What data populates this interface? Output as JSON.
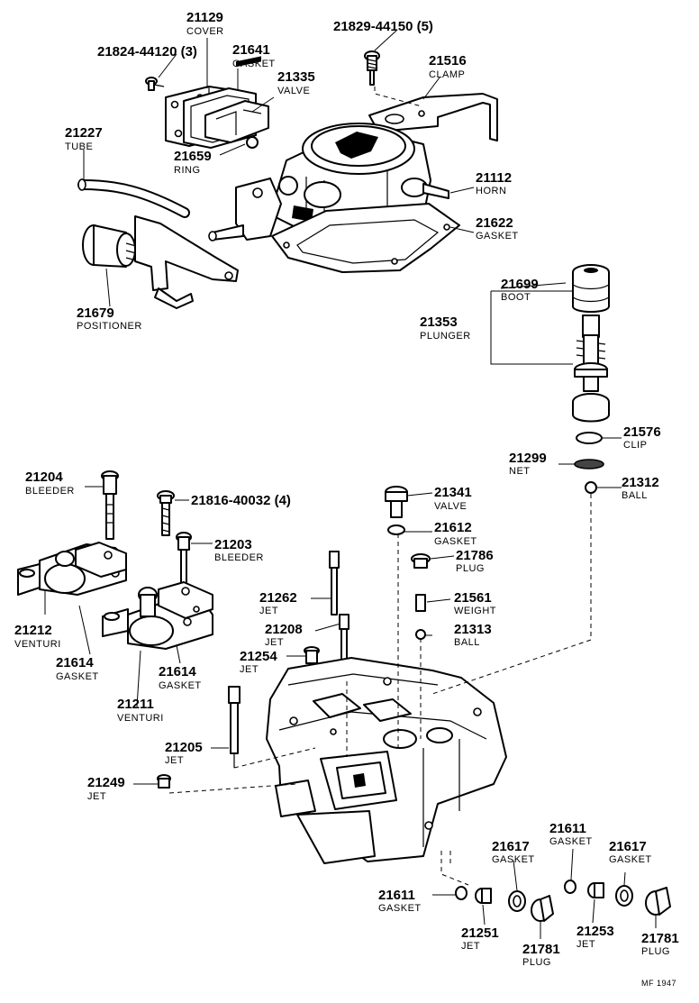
{
  "figure_code": "MF 1947",
  "parts": [
    {
      "id": "p21129",
      "number": "21129",
      "name": "COVER"
    },
    {
      "id": "p21829",
      "number": "21829-44150 (5)",
      "name": ""
    },
    {
      "id": "p21824",
      "number": "21824-44120 (3)",
      "name": ""
    },
    {
      "id": "p21641",
      "number": "21641",
      "name": "GASKET"
    },
    {
      "id": "p21516",
      "number": "21516",
      "name": "CLAMP"
    },
    {
      "id": "p21335",
      "number": "21335",
      "name": "VALVE"
    },
    {
      "id": "p21227",
      "number": "21227",
      "name": "TUBE"
    },
    {
      "id": "p21659",
      "number": "21659",
      "name": "RING"
    },
    {
      "id": "p21112",
      "number": "21112",
      "name": "HORN"
    },
    {
      "id": "p21622",
      "number": "21622",
      "name": "GASKET"
    },
    {
      "id": "p21679",
      "number": "21679",
      "name": "POSITIONER"
    },
    {
      "id": "p21699",
      "number": "21699",
      "name": "BOOT"
    },
    {
      "id": "p21353",
      "number": "21353",
      "name": "PLUNGER"
    },
    {
      "id": "p21576",
      "number": "21576",
      "name": "CLIP"
    },
    {
      "id": "p21299",
      "number": "21299",
      "name": "NET"
    },
    {
      "id": "p21312",
      "number": "21312",
      "name": "BALL"
    },
    {
      "id": "p21204",
      "number": "21204",
      "name": "BLEEDER"
    },
    {
      "id": "p21816",
      "number": "21816-40032 (4)",
      "name": ""
    },
    {
      "id": "p21341",
      "number": "21341",
      "name": "VALVE"
    },
    {
      "id": "p21612",
      "number": "21612",
      "name": "GASKET"
    },
    {
      "id": "p21203",
      "number": "21203",
      "name": "BLEEDER"
    },
    {
      "id": "p21786",
      "number": "21786",
      "name": "PLUG"
    },
    {
      "id": "p21262",
      "number": "21262",
      "name": "JET"
    },
    {
      "id": "p21561",
      "number": "21561",
      "name": "WEIGHT"
    },
    {
      "id": "p21212",
      "number": "21212",
      "name": "VENTURI"
    },
    {
      "id": "p21208",
      "number": "21208",
      "name": "JET"
    },
    {
      "id": "p21313",
      "number": "21313",
      "name": "BALL"
    },
    {
      "id": "p21614a",
      "number": "21614",
      "name": "GASKET"
    },
    {
      "id": "p21254",
      "number": "21254",
      "name": "JET"
    },
    {
      "id": "p21614b",
      "number": "21614",
      "name": "GASKET"
    },
    {
      "id": "p21211",
      "number": "21211",
      "name": "VENTURI"
    },
    {
      "id": "p21205",
      "number": "21205",
      "name": "JET"
    },
    {
      "id": "p21249",
      "number": "21249",
      "name": "JET"
    },
    {
      "id": "p21611a",
      "number": "21611",
      "name": "GASKET"
    },
    {
      "id": "p21617a",
      "number": "21617",
      "name": "GASKET"
    },
    {
      "id": "p21617b",
      "number": "21617",
      "name": "GASKET"
    },
    {
      "id": "p21611b",
      "number": "21611",
      "name": "GASKET"
    },
    {
      "id": "p21251",
      "number": "21251",
      "name": "JET"
    },
    {
      "id": "p21253",
      "number": "21253",
      "name": "JET"
    },
    {
      "id": "p21781a",
      "number": "21781",
      "name": "PLUG"
    },
    {
      "id": "p21781b",
      "number": "21781",
      "name": "PLUG"
    }
  ]
}
